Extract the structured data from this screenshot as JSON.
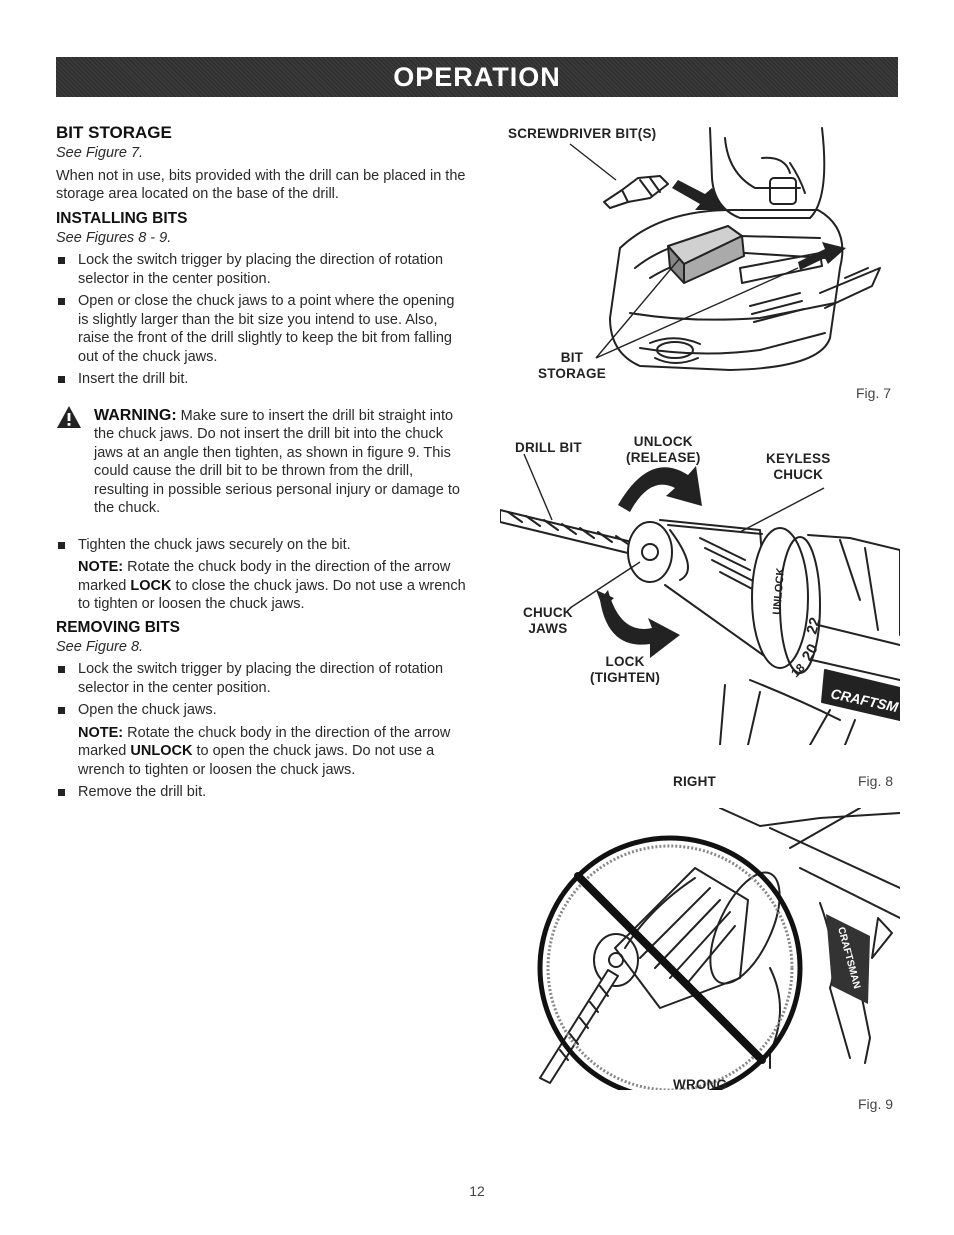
{
  "header": {
    "title": "OPERATION"
  },
  "bit_storage": {
    "heading": "BIT STORAGE",
    "see": "See Figure 7.",
    "body": "When not in use, bits provided with the drill can be placed in the storage area located on the base of the drill."
  },
  "installing_bits": {
    "heading": "INSTALLING BITS",
    "see": "See Figures 8 - 9.",
    "bullets": [
      "Lock the switch trigger by placing the direction of rotation selector in the center position.",
      "Open or close the chuck jaws to a point where the opening is slightly larger than the bit size you intend to use. Also, raise the front of the drill slightly to keep the bit from falling out of the chuck jaws.",
      "Insert the drill bit."
    ],
    "warning_label": "WARNING:",
    "warning_text": " Make sure to insert the drill bit straight into the chuck jaws. Do not insert the drill bit into the chuck jaws at an angle then tighten, as shown in figure 9. This could cause the drill bit to be thrown from the drill, resulting in possible serious personal injury or damage to the chuck.",
    "bullet_tighten": "Tighten the chuck jaws securely on the bit.",
    "note_label": "NOTE:",
    "note_text_1": " Rotate the chuck body in the direction of the arrow marked ",
    "note_keyword": "LOCK",
    "note_text_2": " to close the chuck jaws. Do not use a wrench to tighten or loosen the chuck jaws."
  },
  "removing_bits": {
    "heading": "REMOVING BITS",
    "see": "See Figure 8.",
    "bullet_1": "Lock the switch trigger by placing the direction of rotation selector in the center position.",
    "bullet_2": "Open the chuck jaws.",
    "note_label": "NOTE:",
    "note_text_1": " Rotate the chuck body in the direction of the arrow marked ",
    "note_keyword": "UNLOCK",
    "note_text_2": " to open the chuck jaws. Do not use a wrench to tighten or loosen the chuck jaws.",
    "bullet_3": "Remove the drill bit."
  },
  "fig7": {
    "caption": "Fig. 7",
    "label_screwdriver": "SCREWDRIVER BIT(S)",
    "label_bit_storage": "BIT\nSTORAGE"
  },
  "fig8": {
    "caption": "Fig. 8",
    "label_drill_bit": "DRILL BIT",
    "label_unlock": "UNLOCK\n(RELEASE)",
    "label_keyless": "KEYLESS\nCHUCK",
    "label_chuck_jaws": "CHUCK\nJAWS",
    "label_lock": "LOCK\n(TIGHTEN)",
    "label_right": "RIGHT",
    "collar_number_1": "22",
    "collar_number_2": "20",
    "collar_number_3": "18",
    "collar_text": "UNLOCK",
    "brand": "CRAFTSM"
  },
  "fig9": {
    "caption": "Fig. 9",
    "label_wrong": "WRONG",
    "brand": "CRAFTSMAN"
  },
  "page_number": "12"
}
